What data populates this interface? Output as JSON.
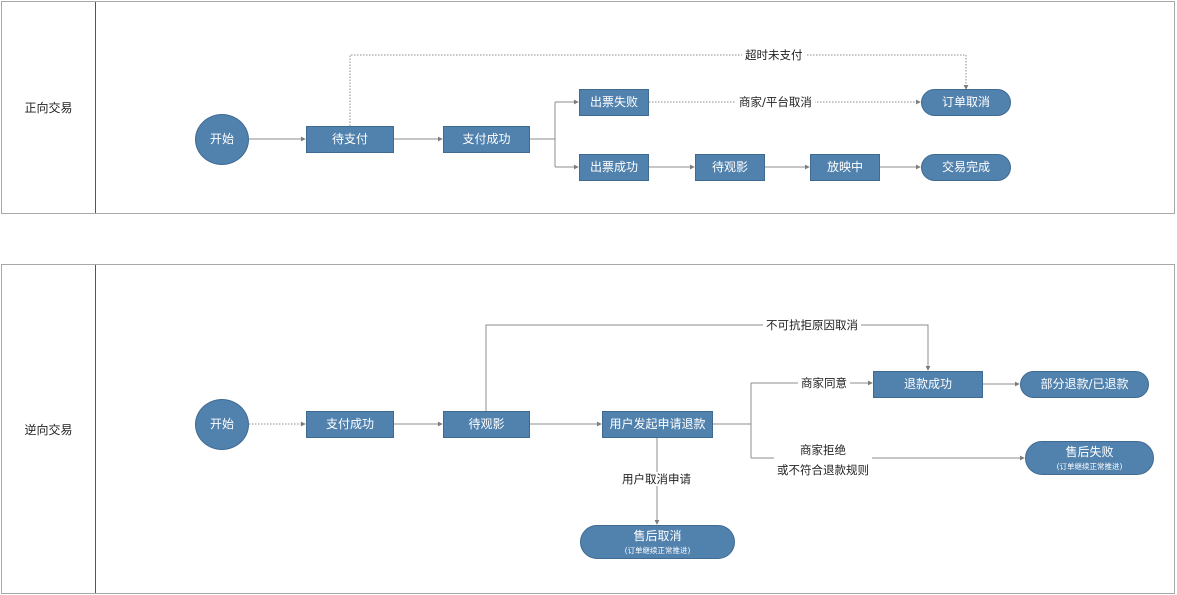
{
  "lanes": {
    "forward": "正向交易",
    "reverse": "逆向交易"
  },
  "forward": {
    "start": "开始",
    "pending_pay": "待支付",
    "pay_success": "支付成功",
    "ticket_fail": "出票失败",
    "ticket_success": "出票成功",
    "waiting_watch": "待观影",
    "showing": "放映中",
    "order_cancel": "订单取消",
    "trade_done": "交易完成",
    "edge_timeout": "超时未支付",
    "edge_merchant_cancel": "商家/平台取消"
  },
  "reverse": {
    "start": "开始",
    "pay_success": "支付成功",
    "waiting_watch": "待观影",
    "user_refund": "用户发起申请退款",
    "refund_success": "退款成功",
    "partial_refund": "部分退款/已退款",
    "aftersale_fail": "售后失败",
    "aftersale_fail_note": "(订单继续正常推进)",
    "aftersale_cancel": "售后取消",
    "aftersale_cancel_note": "(订单继续正常推进)",
    "edge_force_majeure": "不可抗拒原因取消",
    "edge_merchant_agree": "商家同意",
    "edge_merchant_reject_1": "商家拒绝",
    "edge_merchant_reject_2": "或不符合退款规则",
    "edge_user_cancel": "用户取消申请"
  },
  "colors": {
    "node_fill": "#5181ad",
    "node_border": "#3f6a91",
    "edge": "#8c8c8c"
  }
}
